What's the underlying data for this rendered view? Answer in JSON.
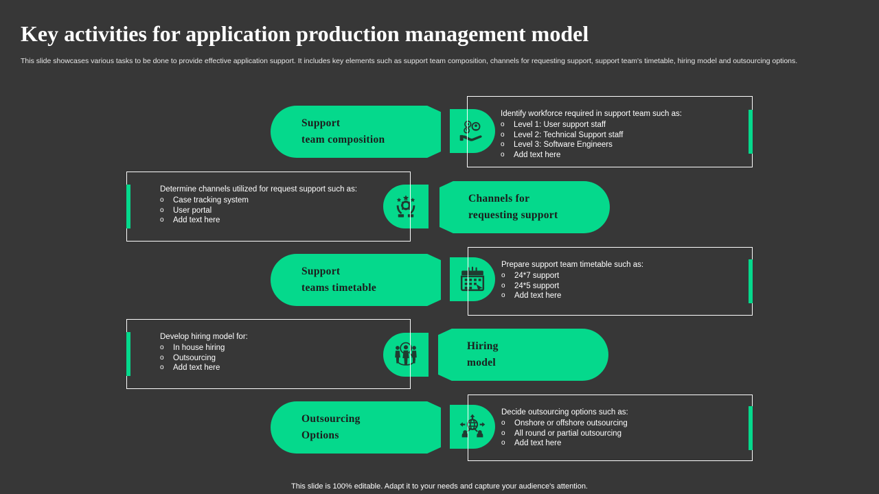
{
  "slide": {
    "title": "Key activities for application production management model",
    "subtitle": "This slide showcases various tasks to be done to provide effective  application support. It includes key elements such as support team composition, channels for requesting support, support team's timetable, hiring model and outsourcing options.",
    "footer": "This slide is 100% editable. Adapt it to your needs and capture your audience's attention."
  },
  "theme": {
    "background": "#373737",
    "accent": "#05d98c",
    "text": "#ffffff",
    "chip_text": "#1c1c1c"
  },
  "rows": [
    {
      "direction": "label-left",
      "label_lines": [
        "Support",
        "team composition"
      ],
      "icon": "team-composition-icon",
      "desc_head": "Identify workforce required in support team such as:",
      "bullets": [
        "Level 1: User support staff",
        "Level 2: Technical Support staff",
        "Level 3: Software Engineers",
        "Add text here"
      ]
    },
    {
      "direction": "label-right",
      "label_lines": [
        "Channels for",
        "requesting support"
      ],
      "icon": "support-channels-icon",
      "desc_head": "Determine channels utilized for request support such as:",
      "bullets": [
        "Case tracking system",
        "User portal",
        "Add text here"
      ]
    },
    {
      "direction": "label-left",
      "label_lines": [
        "Support",
        "teams timetable"
      ],
      "icon": "calendar-icon",
      "desc_head": "Prepare support team timetable such as:",
      "bullets": [
        "24*7 support",
        "24*5 support",
        "Add text here"
      ]
    },
    {
      "direction": "label-right",
      "label_lines": [
        "Hiring",
        "model"
      ],
      "icon": "hiring-people-icon",
      "desc_head": "Develop hiring model for:",
      "bullets": [
        "In house hiring",
        "Outsourcing",
        "Add text here"
      ]
    },
    {
      "direction": "label-left",
      "label_lines": [
        "Outsourcing",
        "Options"
      ],
      "icon": "globe-outsourcing-icon",
      "desc_head": "Decide outsourcing options such as:",
      "bullets": [
        "Onshore or offshore outsourcing",
        "All round or partial outsourcing",
        "Add text here"
      ]
    }
  ],
  "bullet_glyph": "o"
}
